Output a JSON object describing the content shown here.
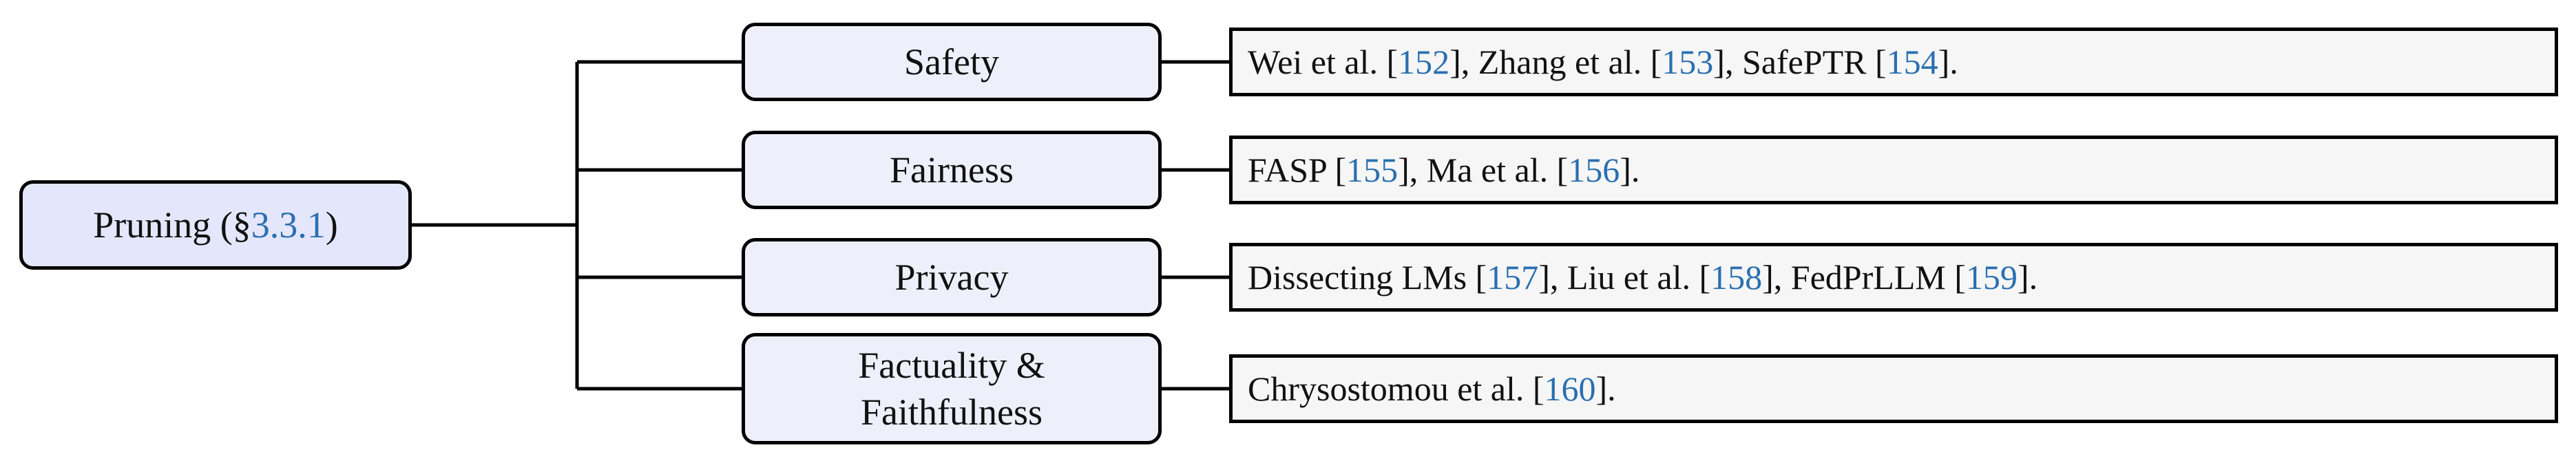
{
  "root": {
    "prefix": "Pruning (§",
    "ref": "3.3.1",
    "suffix": ")"
  },
  "branches": [
    {
      "category": [
        "Safety"
      ],
      "refs": [
        {
          "t": "Wei et al. ["
        },
        {
          "c": "152"
        },
        {
          "t": "], Zhang et al. ["
        },
        {
          "c": "153"
        },
        {
          "t": "], SafePTR ["
        },
        {
          "c": "154"
        },
        {
          "t": "]."
        }
      ]
    },
    {
      "category": [
        "Fairness"
      ],
      "refs": [
        {
          "t": "FASP ["
        },
        {
          "c": "155"
        },
        {
          "t": "], Ma et al. ["
        },
        {
          "c": "156"
        },
        {
          "t": "]."
        }
      ]
    },
    {
      "category": [
        "Privacy"
      ],
      "refs": [
        {
          "t": "Dissecting LMs ["
        },
        {
          "c": "157"
        },
        {
          "t": "], Liu et al. ["
        },
        {
          "c": "158"
        },
        {
          "t": "], FedPrLLM ["
        },
        {
          "c": "159"
        },
        {
          "t": "]."
        }
      ]
    },
    {
      "category": [
        "Factuality &",
        "Faithfulness"
      ],
      "refs": [
        {
          "t": "Chrysostomou et al. ["
        },
        {
          "c": "160"
        },
        {
          "t": "]."
        }
      ]
    }
  ],
  "colors": {
    "cite": "#2a6fb0",
    "root_fill": "#e4e6fb",
    "category_fill": "#eeeffb",
    "refs_fill": "#f6f6f6"
  }
}
